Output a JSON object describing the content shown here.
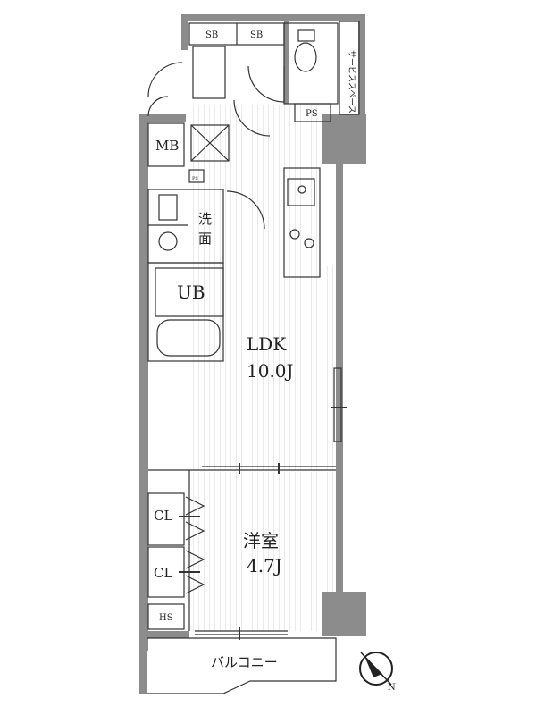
{
  "floor_plan": {
    "rooms": {
      "ldk": {
        "name": "LDK",
        "size": "10.0J"
      },
      "western": {
        "name": "洋室",
        "size": "4.7J"
      },
      "unit_bath": "UB",
      "washroom_top": "洗",
      "washroom_bottom": "面",
      "meter_box": "MB",
      "shoe_box_1": "SB",
      "shoe_box_2": "SB",
      "pipe_space": "PS",
      "pipe_space_small": "PS",
      "closet_1": "CL",
      "closet_2": "CL",
      "hanger_space": "HS",
      "balcony": "バルコニー",
      "outdoor_space": "サービススペース"
    },
    "compass_label": "N"
  },
  "colors": {
    "wall": "#8c8c8c",
    "floor_line": "#cfcfcf",
    "line": "#333333"
  }
}
